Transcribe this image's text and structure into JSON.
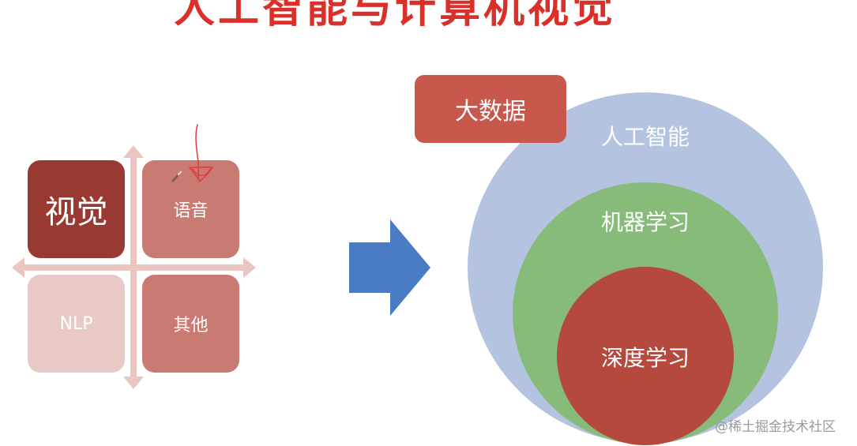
{
  "title": "人工智能与计算机视觉",
  "quadrant": {
    "vision": "视觉",
    "speech": "语音",
    "nlp": "NLP",
    "other": "其他"
  },
  "venn": {
    "big_data": "大数据",
    "ai": "人工智能",
    "ml": "机器学习",
    "dl": "深度学习"
  },
  "watermark": "@稀土掘金技术社区",
  "colors": {
    "title": "#d9302c",
    "vision": "#983a32",
    "speech": "#c97a73",
    "nlp": "#e9c9c6",
    "other": "#c97a73",
    "axis": "#eac6c2",
    "arrow": "#4a7cc4",
    "big_data": "#c8584c",
    "ai_circle": "#b3c3e0",
    "ml_circle": "#86bb7a",
    "dl_circle": "#b5493e"
  }
}
